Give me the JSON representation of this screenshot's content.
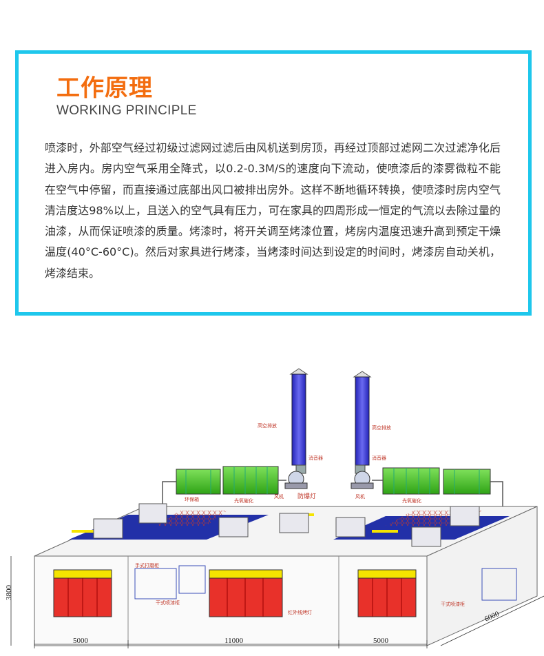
{
  "header": {
    "title_cn": "工作原理",
    "title_en": "WORKING PRINCIPLE"
  },
  "description": "喷漆时，外部空气经过初级过滤网过滤后由风机送到房顶，再经过顶部过滤网二次过滤净化后进入房内。房内空气采用全降式，以0.2-0.3M/S的速度向下流动，使喷漆后的漆雾微粒不能在空气中停留，而直接通过底部出风口被排出房外。这样不断地循环转换，使喷漆时房内空气清洁度达98%以上，且送入的空气具有压力，可在家具的四周形成一恒定的气流以去除过量的油漆，从而保证喷漆的质量。烤漆时，将开关调至烤漆位置，烤房内温度迅速升高到预定干燥温度(40°C-60°C)。然后对家具进行烤漆，当烤漆时间达到设定的时间时，烤漆房自动关机，烤漆结束。",
  "diagram": {
    "labels": {
      "exhaust_left": "高空排放",
      "exhaust_right": "高空排放",
      "silencer_left": "消音器",
      "silencer_right": "消音器",
      "env_box": "环保箱",
      "photo_left": "光氧催化",
      "photo_right": "光氧催化",
      "fan_left": "风机",
      "fan_right": "风机",
      "explosion_lamp": "防爆灯",
      "manual_rack": "手式打磨柜",
      "dry_cabinet_left": "干式喷漆柜",
      "dry_cabinet_right": "干式喷漆柜",
      "ir_lamp": "红外线烤灯"
    },
    "dimensions": {
      "height": "3800",
      "width_left": "5000",
      "width_mid": "11000",
      "width_right": "5000",
      "depth": "6000"
    },
    "colors": {
      "accent_border": "#1ec7ec",
      "title": "#f36d0f",
      "door_red": "#e8312a",
      "door_header": "#f5e400",
      "chimney_blue": "#3b3bd6",
      "filter_green": "#4ecb2a",
      "roof_blue": "#2230a8"
    }
  }
}
